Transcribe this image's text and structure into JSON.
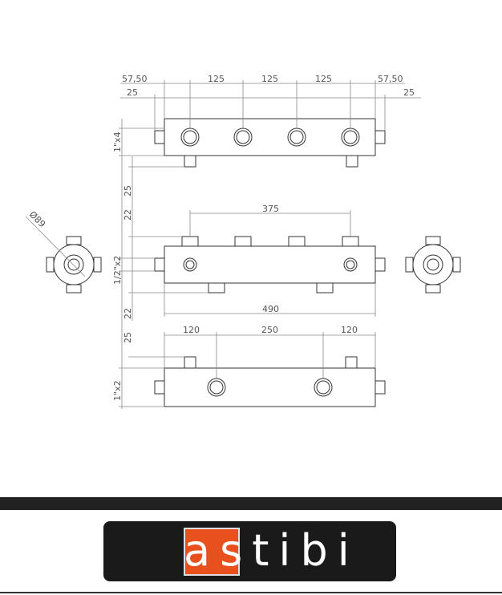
{
  "drawing": {
    "top_view": {
      "dims_top": [
        "57,50",
        "125",
        "125",
        "125",
        "57,50"
      ],
      "dims_25_left": "25",
      "dims_25_right": "25",
      "side_label": "1\"x4"
    },
    "middle_view": {
      "dim_375": "375",
      "dim_490": "490",
      "dim_25": "25",
      "dim_22_top": "22",
      "dim_22_bottom": "22",
      "side_label": "1/2\"x2",
      "diameter": "Ø89"
    },
    "bottom_view": {
      "dims_top": [
        "120",
        "250",
        "120"
      ],
      "dim_25": "25",
      "side_label": "1\"x2"
    }
  },
  "brand": {
    "letters": [
      "a",
      "s",
      "t",
      "i",
      "b",
      "i"
    ],
    "highlight_color": "#e8501e"
  }
}
